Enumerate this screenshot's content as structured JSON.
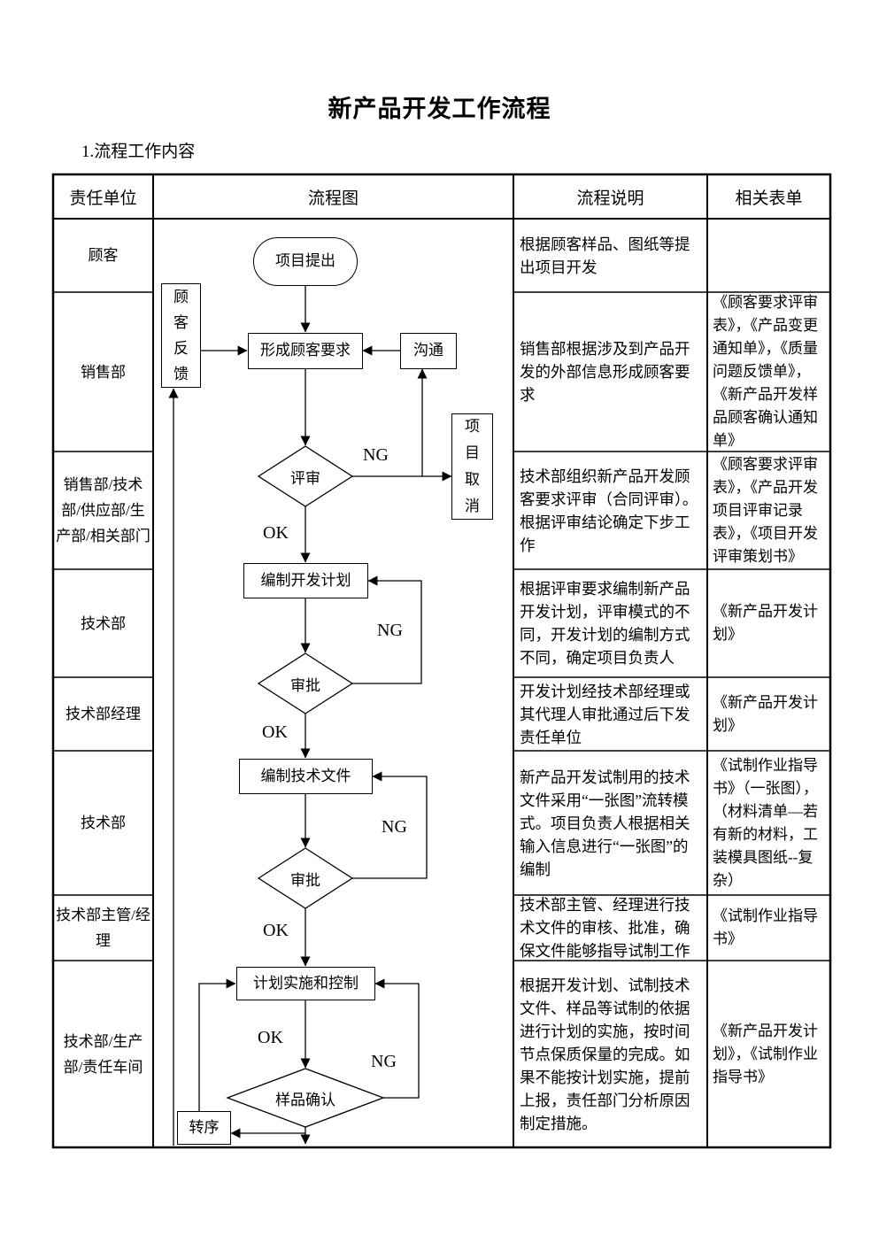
{
  "page": {
    "title": "新产品开发工作流程",
    "section_heading": "1.流程工作内容"
  },
  "colors": {
    "text": "#000000",
    "background": "#ffffff",
    "line": "#000000"
  },
  "table": {
    "headers": [
      "责任单位",
      "流程图",
      "流程说明",
      "相关表单"
    ],
    "rows": [
      {
        "unit": "顾客",
        "description": "根据顾客样品、图纸等提出项目开发",
        "forms": ""
      },
      {
        "unit": "销售部",
        "description": "销售部根据涉及到产品开发的外部信息形成顾客要求",
        "forms": "《顾客要求评审表》，《产品变更通知单》，《质量问题反馈单》，《新产品开发样品顾客确认通知单》"
      },
      {
        "unit": "销售部/技术部/供应部/生产部/相关部门",
        "description": "技术部组织新产品开发顾客要求评审（合同评审）。根据评审结论确定下步工作",
        "forms": "《顾客要求评审表》，《产品开发项目评审记录表》，《项目开发评审策划书》"
      },
      {
        "unit": "技术部",
        "description": "根据评审要求编制新产品开发计划，评审模式的不同，开发计划的编制方式不同，确定项目负责人",
        "forms": "《新产品开发计划》"
      },
      {
        "unit": "技术部经理",
        "description": "开发计划经技术部经理或其代理人审批通过后下发责任单位",
        "forms": "《新产品开发计划》"
      },
      {
        "unit": "技术部",
        "description": "新产品开发试制用的技术文件采用“一张图”流转模式。项目负责人根据相关输入信息进行“一张图”的编制",
        "forms": "《试制作业指导书》（一张图），（材料清单—若有新的材料，工装模具图纸--复杂）"
      },
      {
        "unit": "技术部主管/经理",
        "description": "技术部主管、经理进行技术文件的审核、批准，确保文件能够指导试制工作",
        "forms": "《试制作业指导书》"
      },
      {
        "unit": "技术部/生产部/责任车间",
        "description": "根据开发计划、试制技术文件、样品等试制的依据进行计划的实施，按时间节点保质保量的完成。如果不能按计划实施，提前上报，责任部门分析原因制定措施。",
        "forms": "《新产品开发计划》，《试制作业指导书》"
      }
    ]
  },
  "flowchart": {
    "nodes": {
      "project_proposal": "项目提出",
      "customer_feedback": "顾客反馈",
      "form_requirements": "形成顾客要求",
      "communication": "沟通",
      "review": "评审",
      "project_cancel": "项目取消",
      "develop_plan": "编制开发计划",
      "approve_plan": "审批",
      "tech_docs": "编制技术文件",
      "approve_docs": "审批",
      "implementation": "计划实施和控制",
      "sample_confirm": "样品确认",
      "transfer": "转序"
    },
    "edge_labels": {
      "ok": "OK",
      "ng": "NG"
    }
  }
}
